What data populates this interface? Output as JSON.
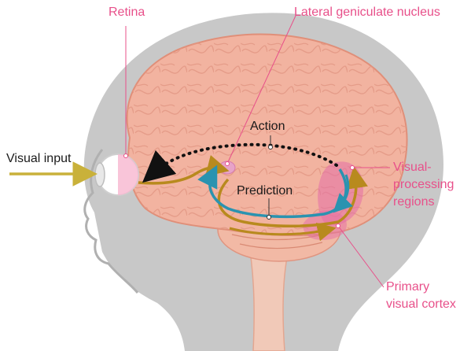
{
  "labels": {
    "retina": "Retina",
    "lgn": "Lateral geniculate nucleus",
    "visual_input": "Visual input",
    "action": "Action",
    "prediction": "Prediction",
    "visual_processing_1": "Visual-",
    "visual_processing_2": "processing",
    "visual_processing_3": "regions",
    "primary_1": "Primary",
    "primary_2": "visual cortex"
  },
  "colors": {
    "label_pink": "#e8508a",
    "feedforward_arrow": "#b88a1e",
    "prediction_arrow": "#2a93b0",
    "action_dots": "#111111",
    "input_arrow": "#c9b13a",
    "head": "#c8c8c8",
    "brain": "#f2b3a0"
  }
}
